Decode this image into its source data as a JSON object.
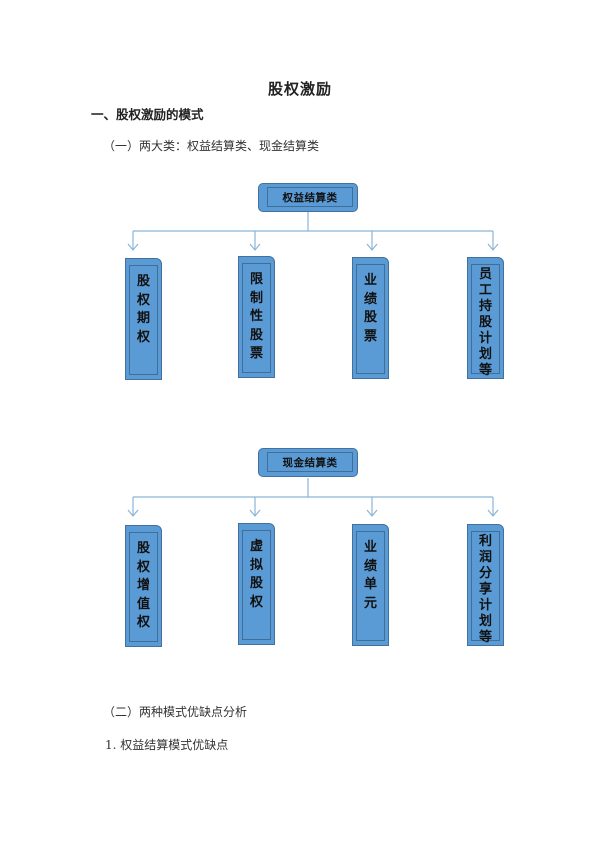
{
  "document": {
    "title": "股权激励",
    "heading1": "一、股权激励的模式",
    "subheading1": "（一）两大类：权益结算类、现金结算类",
    "subheading2": "（二）两种模式优缺点分析",
    "item1": "1. 权益结算模式优缺点"
  },
  "diagrams": [
    {
      "root": "权益结算类",
      "leaves": [
        {
          "label": "股权期权",
          "chars": [
            "股",
            "权",
            "期",
            "权"
          ]
        },
        {
          "label": "限制性股票",
          "chars": [
            "限",
            "制",
            "性",
            "股",
            "票"
          ]
        },
        {
          "label": "业绩股票",
          "chars": [
            "业",
            "绩",
            "股",
            "票"
          ]
        },
        {
          "label": "员工持股计划等",
          "chars": [
            "员",
            "工",
            "持",
            "股",
            "计",
            "划",
            "等"
          ]
        }
      ]
    },
    {
      "root": "现金结算类",
      "leaves": [
        {
          "label": "股权增值权",
          "chars": [
            "股",
            "权",
            "增",
            "值",
            "权"
          ]
        },
        {
          "label": "虚拟股权",
          "chars": [
            "虚",
            "拟",
            "股",
            "权"
          ]
        },
        {
          "label": "业绩单元",
          "chars": [
            "业",
            "绩",
            "单",
            "元"
          ]
        },
        {
          "label": "利润分享计划等",
          "chars": [
            "利",
            "润",
            "分",
            "享",
            "计",
            "划",
            "等"
          ]
        }
      ]
    }
  ],
  "colors": {
    "box_fill": "#5b9bd5",
    "box_border": "#41719c",
    "connector": "#8ab4d8"
  }
}
